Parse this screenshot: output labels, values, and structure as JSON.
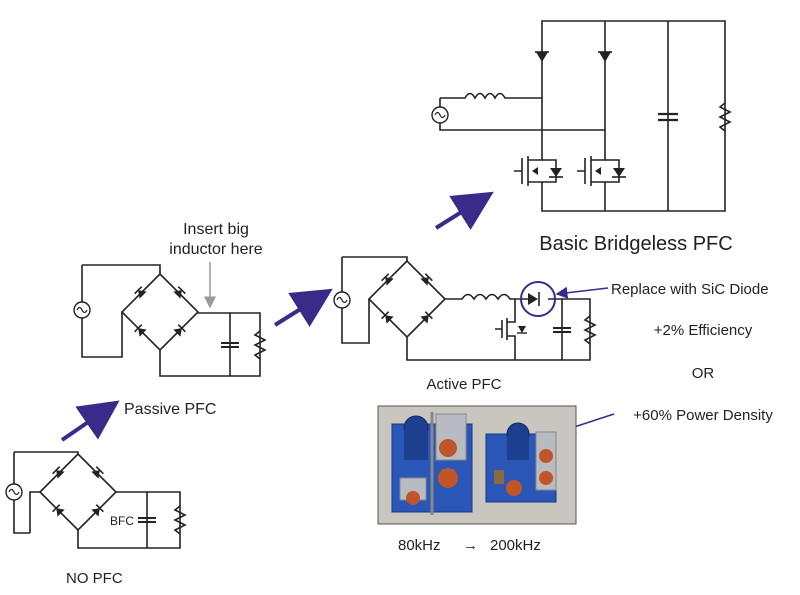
{
  "labels": {
    "no_pfc": "NO PFC",
    "bfc": "BFC",
    "passive_pfc": "Passive PFC",
    "insert_note_line1": "Insert big",
    "insert_note_line2": "inductor here",
    "active_pfc": "Active PFC",
    "bridgeless_title": "Basic Bridgeless PFC",
    "replace_sic": "Replace with SiC Diode",
    "efficiency": "+2% Efficiency",
    "or": "OR",
    "power_density": "+60% Power Density",
    "freq_from": "80kHz",
    "freq_arrow": "→",
    "freq_to": "200kHz"
  },
  "colors": {
    "arrow": "#3a2a8a",
    "highlight": "#3a2a8a",
    "note_arrow": "#9a9a9a",
    "wire": "#222222",
    "photo_bg": "#c9c5bf",
    "pcb": "#2a56b8",
    "capacitor": "#1c3f8f",
    "copper": "#c0552a",
    "heatsink": "#b8bcc2"
  }
}
